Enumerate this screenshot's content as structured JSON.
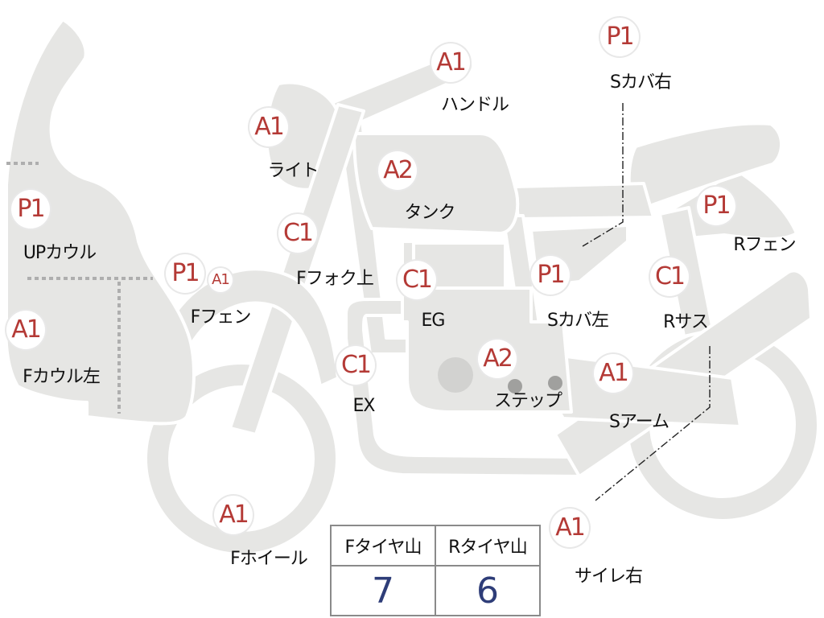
{
  "colors": {
    "part_fill": "#e6e6e4",
    "badge_text": "#b43a36",
    "label_text": "#111111",
    "table_value": "#2e3d78"
  },
  "parts": [
    {
      "id": "handle",
      "grade": "A1",
      "label": "ハンドル"
    },
    {
      "id": "side-cover-r",
      "grade": "P1",
      "label": "Sカバ右"
    },
    {
      "id": "light",
      "grade": "A1",
      "label": "ライト"
    },
    {
      "id": "tank",
      "grade": "A2",
      "label": "タンク"
    },
    {
      "id": "up-cowl",
      "grade": "P1",
      "label": "UPカウル"
    },
    {
      "id": "f-fork-upper",
      "grade": "C1",
      "label": "Fフォク上"
    },
    {
      "id": "r-fender",
      "grade": "P1",
      "label": "Rフェン"
    },
    {
      "id": "f-fender",
      "grade": "P1",
      "label": "Fフェン"
    },
    {
      "id": "engine",
      "grade": "C1",
      "label": "EG"
    },
    {
      "id": "side-cover-l",
      "grade": "P1",
      "label": "Sカバ左"
    },
    {
      "id": "r-suspension",
      "grade": "C1",
      "label": "Rサス"
    },
    {
      "id": "f-cowl-left",
      "grade": "A1",
      "label": "Fカウル左"
    },
    {
      "id": "exhaust",
      "grade": "C1",
      "label": "EX"
    },
    {
      "id": "step",
      "grade": "A2",
      "label": "ステップ"
    },
    {
      "id": "swing-arm",
      "grade": "A1",
      "label": "Sアーム"
    },
    {
      "id": "f-wheel",
      "grade": "A1",
      "label": "Fホイール"
    },
    {
      "id": "silencer-r",
      "grade": "A1",
      "label": "サイレ右"
    }
  ],
  "extra_badge": {
    "id": "f-fender-sub",
    "grade": "A1"
  },
  "tire_table": {
    "headers": [
      "Fタイヤ山",
      "Rタイヤ山"
    ],
    "values": [
      "7",
      "6"
    ]
  }
}
